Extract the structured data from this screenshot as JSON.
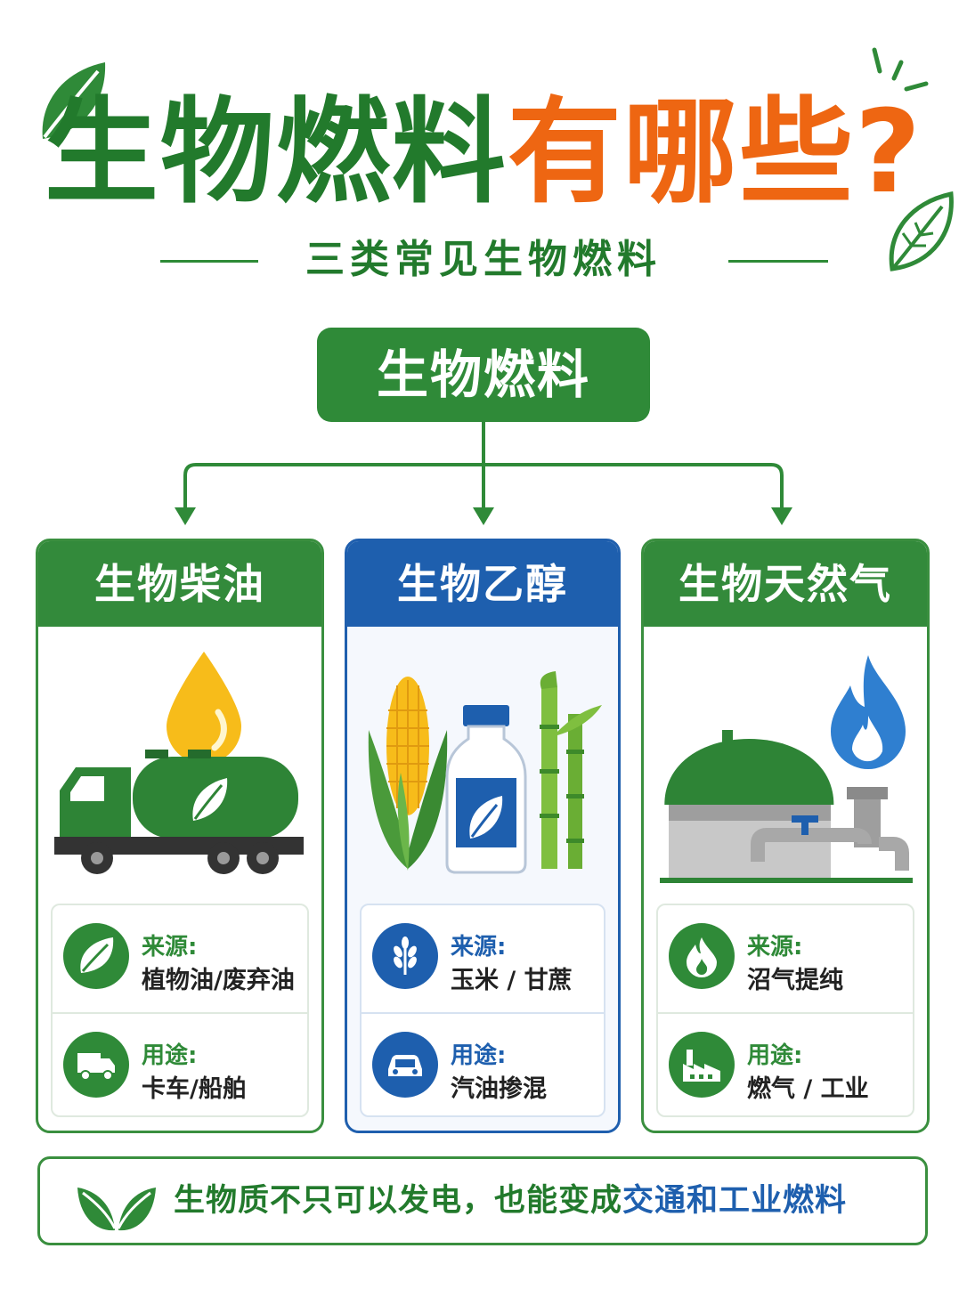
{
  "header": {
    "title_main": "生物燃料",
    "title_accent": "有哪些?",
    "subtitle": "三类常见生物燃料"
  },
  "root": {
    "label": "生物燃料"
  },
  "categories": [
    {
      "name": "生物柴油",
      "source_label": "来源:",
      "source_value": "植物油/废弃油",
      "use_label": "用途:",
      "use_value": "卡车/船舶"
    },
    {
      "name": "生物乙醇",
      "source_label": "来源:",
      "source_value": "玉米 / 甘蔗",
      "use_label": "用途:",
      "use_value": "汽油掺混"
    },
    {
      "name": "生物天然气",
      "source_label": "来源:",
      "source_value": "沼气提纯",
      "use_label": "用途:",
      "use_value": "燃气 / 工业"
    }
  ],
  "banner": {
    "text_main": "生物质不只可以发电，也能变成",
    "text_accent": "交通和工业燃料"
  },
  "colors": {
    "green": "#2f8a38",
    "blue": "#1e5fae",
    "orange": "#ee6612",
    "yellow": "#f7bc1a"
  },
  "icons": [
    "leaf-icon",
    "oil-drop-icon",
    "tanker-truck-icon",
    "corn-icon",
    "bottle-icon",
    "sugarcane-icon",
    "flame-icon",
    "biogas-digester-icon",
    "wheat-icon",
    "car-icon",
    "factory-icon"
  ]
}
